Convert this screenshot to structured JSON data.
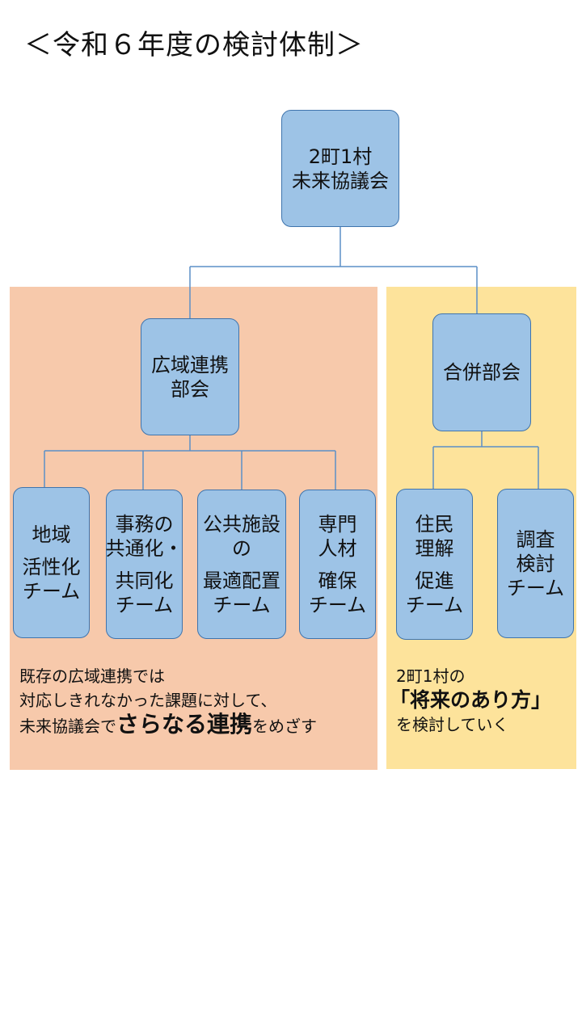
{
  "title": "＜令和６年度の検討体制＞",
  "colors": {
    "box_fill": "#9dc3e6",
    "box_border": "#3f74ad",
    "panel_left": "#f7c9ab",
    "panel_right": "#fde39b",
    "connector": "#5b8fc7"
  },
  "top": {
    "lines": [
      "2町1村",
      "未来協議会"
    ]
  },
  "left_group": {
    "head_lines": [
      "広域連携",
      "部会"
    ],
    "teams": [
      {
        "lines": [
          "地域",
          "活性化",
          "チーム"
        ]
      },
      {
        "lines": [
          "事務の",
          "共通化・",
          "共同化",
          "チーム"
        ]
      },
      {
        "lines": [
          "公共施設",
          "の",
          "最適配置",
          "チーム"
        ]
      },
      {
        "lines": [
          "専門",
          "人材",
          "確保",
          "チーム"
        ]
      }
    ],
    "note": {
      "line1": "既存の広域連携では",
      "line2": "対応しきれなかった課題に対して、",
      "line3_pre": "未来協議会で",
      "line3_em": "さらなる連携",
      "line3_post": "をめざす"
    }
  },
  "right_group": {
    "head_lines": [
      "合併部会"
    ],
    "teams": [
      {
        "lines": [
          "住民",
          "理解",
          "促進",
          "チーム"
        ]
      },
      {
        "lines": [
          "調査",
          "検討",
          "チーム"
        ]
      }
    ],
    "note": {
      "line1": "2町1村の",
      "line2_em": "「将来のあり方」",
      "line3": "を検討していく"
    }
  }
}
